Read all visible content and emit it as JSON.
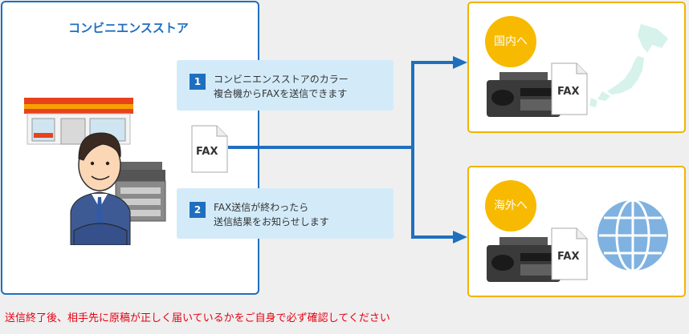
{
  "store": {
    "title": "コンビニエンスストア"
  },
  "steps": [
    {
      "number": "1",
      "line1": "コンビニエンスストアのカラー",
      "line2": "複合機からFAXを送信できます"
    },
    {
      "number": "2",
      "line1": "FAX送信が終わったら",
      "line2": "送信結果をお知らせします"
    }
  ],
  "fax_label": "FAX",
  "destinations": {
    "domestic": {
      "label": "国内へ"
    },
    "overseas": {
      "label": "海外へ"
    }
  },
  "footer_note": "送信終了後、相手先に原稿が正しく届いているかをご自身で必ず確認してください",
  "colors": {
    "brand_blue": "#1f6fbf",
    "step_bg": "#d3ebf9",
    "accent_yellow": "#f7ba00",
    "panel_border_yellow": "#f0b400",
    "warning_red": "#e60012",
    "map_green": "#d6f2ea",
    "globe_blue": "#7fb2e0"
  },
  "icons": [
    "convenience-store-icon",
    "businessman-icon",
    "copier-icon",
    "fax-document-icon",
    "fax-machine-icon",
    "japan-map-icon",
    "globe-icon",
    "arrow-icon"
  ]
}
